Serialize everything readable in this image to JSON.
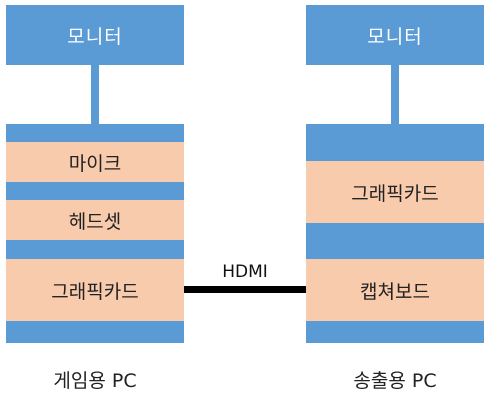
{
  "left_pc": {
    "monitor": "모니터",
    "components": [
      "마이크",
      "헤드셋",
      "그래픽카드"
    ],
    "caption": "게임용 PC"
  },
  "right_pc": {
    "monitor": "모니터",
    "components": [
      "그래픽카드",
      "캡쳐보드"
    ],
    "caption": "송출용 PC"
  },
  "connection": {
    "label": "HDMI"
  },
  "colors": {
    "chassis": "#5b9bd5",
    "component": "#f8cbad",
    "cable": "#000000"
  }
}
